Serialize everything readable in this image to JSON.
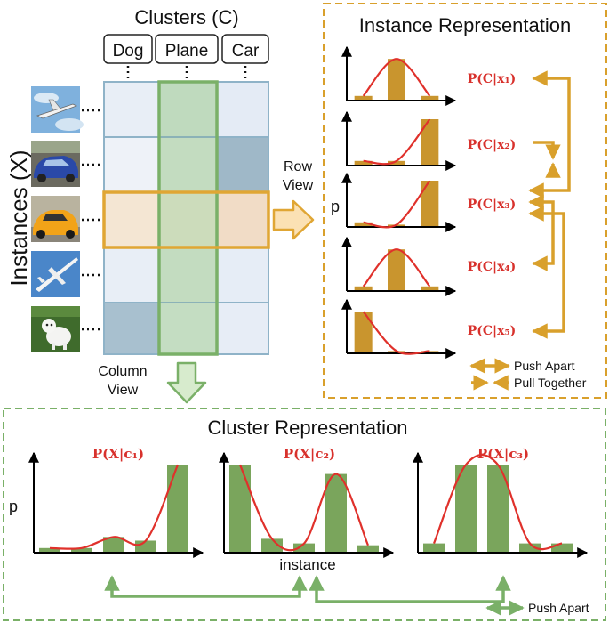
{
  "clusters_title": "Clusters (C)",
  "cluster_labels": [
    "Dog",
    "Plane",
    "Car"
  ],
  "instances_label": "Instances (X)",
  "row_view_label": [
    "Row",
    "View"
  ],
  "column_view_label": [
    "Column",
    "View"
  ],
  "instance_panel": {
    "title": "Instance Representation",
    "y_label": "p",
    "formulas": [
      "P(C|x₁)",
      "P(C|x₂)",
      "P(C|x₃)",
      "P(C|x₄)",
      "P(C|x₅)"
    ],
    "bar_values": [
      [
        0.1,
        0.9,
        0.1
      ],
      [
        0.1,
        0.1,
        1.0
      ],
      [
        0.1,
        0.05,
        1.0
      ],
      [
        0.1,
        0.9,
        0.1
      ],
      [
        0.9,
        0.05,
        0.05
      ]
    ],
    "legend": [
      "Push Apart",
      "Pull Together"
    ]
  },
  "cluster_panel": {
    "title": "Cluster Representation",
    "y_label": "p",
    "x_label": "instance",
    "formulas": [
      "P(X|c₁)",
      "P(X|c₂)",
      "P(X|c₃)"
    ],
    "bar_values": [
      [
        0.05,
        0.05,
        0.17,
        0.13,
        0.95
      ],
      [
        0.95,
        0.15,
        0.1,
        0.85,
        0.08
      ],
      [
        0.1,
        0.95,
        0.95,
        0.1,
        0.1
      ]
    ],
    "legend": [
      "Push Apart"
    ]
  },
  "colors": {
    "orange": "#d9a02c",
    "orange_bar": "#c9952e",
    "green": "#7ab068",
    "green_bar": "#7aa55c",
    "red": "#d8312c",
    "grid_border": "#8fb3c8"
  },
  "instance_images": [
    "plane-photo",
    "blue-car-photo",
    "orange-car-photo",
    "plane-photo",
    "dog-photo"
  ]
}
